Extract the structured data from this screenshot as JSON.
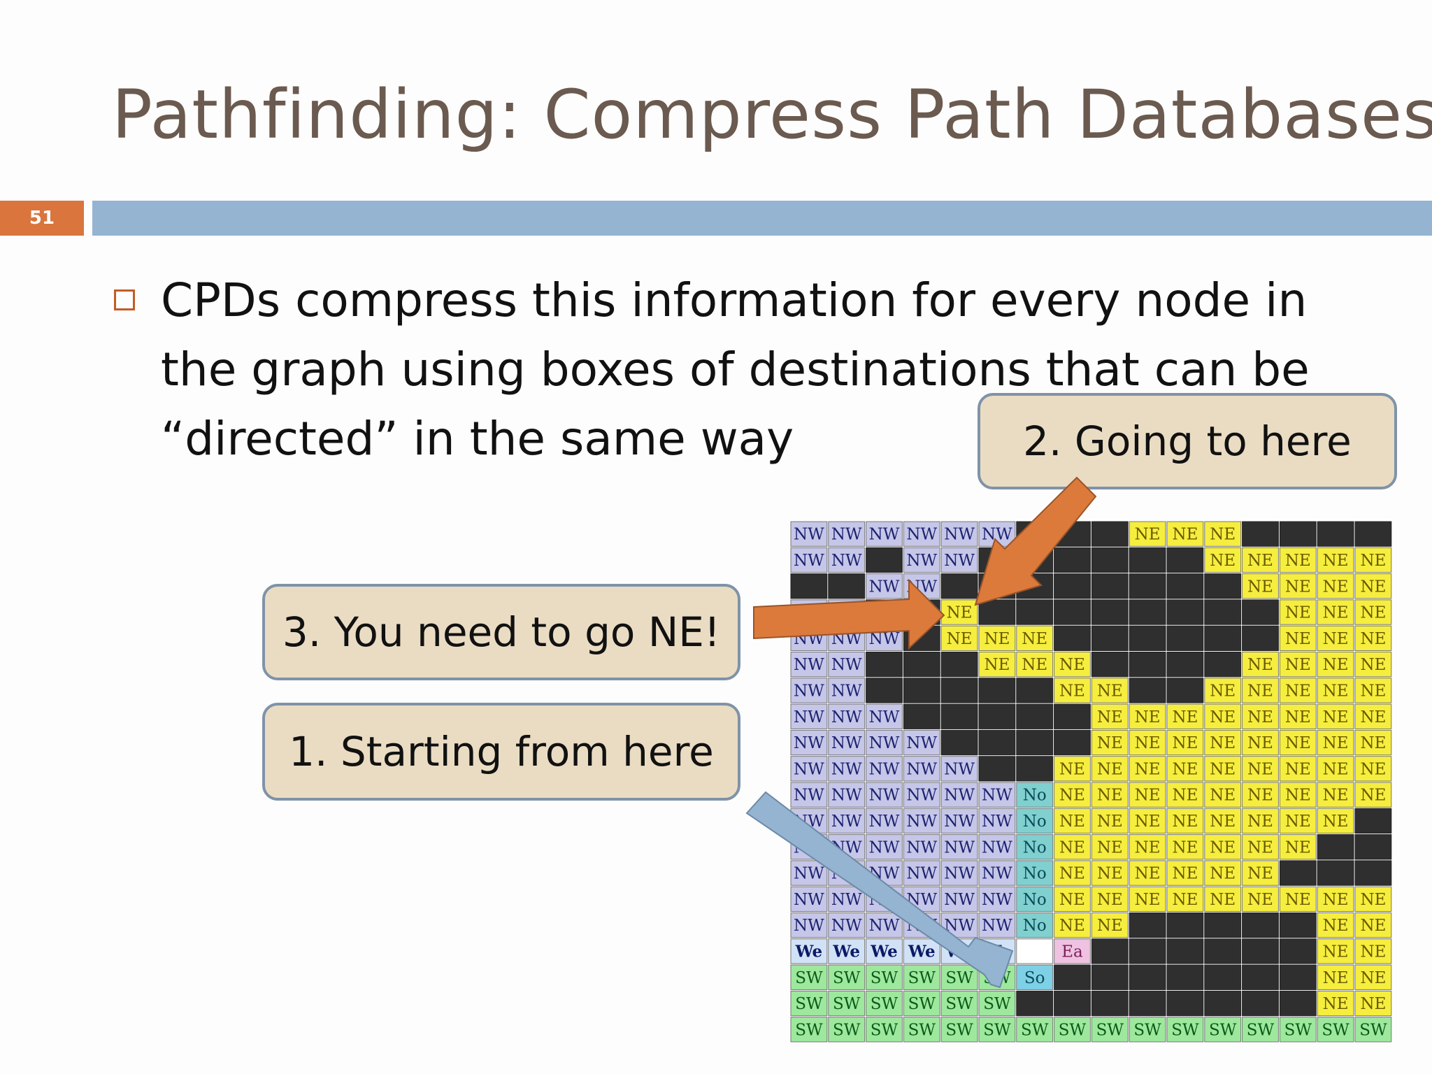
{
  "slide": {
    "title": "Pathfinding: Compress Path Databases",
    "number": "51",
    "bullet_text": "CPDs compress this information for every node in the graph using boxes of destinations that can be “directed” in the same way"
  },
  "callouts": {
    "going": "2. Going to here",
    "need": "3. You need to go NE!",
    "start": "1. Starting from here"
  },
  "colors": {
    "title": "#6b5a4f",
    "number_box": "#d9753d",
    "header_bar": "#94b4d2",
    "callout_fill": "#eadcc3",
    "callout_border": "#7f93a8",
    "arrow_orange": "#dc7a3c",
    "arrow_blue": "#94b4d2",
    "cell_NW": "#c6c6e8",
    "cell_NE": "#f6ee3e",
    "cell_No": "#80d0d0",
    "cell_We": "#d2e2f6",
    "cell_Ea": "#eec2e0",
    "cell_SW": "#9ee89e",
    "cell_So": "#7ed0e6",
    "cell_wall": "#2f2f2f",
    "cell_empty": "#ffffff"
  },
  "grid": {
    "rows": [
      [
        "NW",
        "NW",
        "NW",
        "NW",
        "NW",
        "NW",
        "#",
        "#",
        "#",
        "NE",
        "NE",
        "NE",
        "#",
        "#",
        "#",
        "#"
      ],
      [
        "NW",
        "NW",
        "#",
        "NW",
        "NW",
        "#",
        "#",
        "#",
        "#",
        "#",
        "#",
        "NE",
        "NE",
        "NE",
        "NE",
        "NE"
      ],
      [
        "#",
        "#",
        "NW",
        "NW",
        "#",
        "#",
        "#",
        "#",
        "#",
        "#",
        "#",
        "#",
        "NE",
        "NE",
        "NE",
        "NE"
      ],
      [
        "NW",
        "NW",
        "#",
        "#",
        "NE",
        "#",
        "#",
        "#",
        "#",
        "#",
        "#",
        "#",
        "#",
        "NE",
        "NE",
        "NE"
      ],
      [
        "NW",
        "NW",
        "NW",
        "#",
        "NE",
        "NE",
        "NE",
        "#",
        "#",
        "#",
        "#",
        "#",
        "#",
        "NE",
        "NE",
        "NE"
      ],
      [
        "NW",
        "NW",
        "#",
        "#",
        "#",
        "NE",
        "NE",
        "NE",
        "#",
        "#",
        "#",
        "#",
        "NE",
        "NE",
        "NE",
        "NE"
      ],
      [
        "NW",
        "NW",
        "#",
        "#",
        "#",
        "#",
        "#",
        "NE",
        "NE",
        "#",
        "#",
        "NE",
        "NE",
        "NE",
        "NE",
        "NE"
      ],
      [
        "NW",
        "NW",
        "NW",
        "#",
        "#",
        "#",
        "#",
        "#",
        "NE",
        "NE",
        "NE",
        "NE",
        "NE",
        "NE",
        "NE",
        "NE"
      ],
      [
        "NW",
        "NW",
        "NW",
        "NW",
        "#",
        "#",
        "#",
        "#",
        "NE",
        "NE",
        "NE",
        "NE",
        "NE",
        "NE",
        "NE",
        "NE"
      ],
      [
        "NW",
        "NW",
        "NW",
        "NW",
        "NW",
        "#",
        "#",
        "NE",
        "NE",
        "NE",
        "NE",
        "NE",
        "NE",
        "NE",
        "NE",
        "NE"
      ],
      [
        "NW",
        "NW",
        "NW",
        "NW",
        "NW",
        "NW",
        "No",
        "NE",
        "NE",
        "NE",
        "NE",
        "NE",
        "NE",
        "NE",
        "NE",
        "NE"
      ],
      [
        "NW",
        "NW",
        "NW",
        "NW",
        "NW",
        "NW",
        "No",
        "NE",
        "NE",
        "NE",
        "NE",
        "NE",
        "NE",
        "NE",
        "NE",
        "#"
      ],
      [
        "NW",
        "NW",
        "NW",
        "NW",
        "NW",
        "NW",
        "No",
        "NE",
        "NE",
        "NE",
        "NE",
        "NE",
        "NE",
        "NE",
        "#",
        "#"
      ],
      [
        "NW",
        "NW",
        "NW",
        "NW",
        "NW",
        "NW",
        "No",
        "NE",
        "NE",
        "NE",
        "NE",
        "NE",
        "NE",
        "#",
        "#",
        "#"
      ],
      [
        "NW",
        "NW",
        "NW",
        "NW",
        "NW",
        "NW",
        "No",
        "NE",
        "NE",
        "NE",
        "NE",
        "NE",
        "NE",
        "NE",
        "NE",
        "NE"
      ],
      [
        "NW",
        "NW",
        "NW",
        "NW",
        "NW",
        "NW",
        "No",
        "NE",
        "NE",
        "#",
        "#",
        "#",
        "#",
        "#",
        "NE",
        "NE"
      ],
      [
        "We",
        "We",
        "We",
        "We",
        "We",
        "We",
        "",
        "Ea",
        "#",
        "#",
        "#",
        "#",
        "#",
        "#",
        "NE",
        "NE"
      ],
      [
        "SW",
        "SW",
        "SW",
        "SW",
        "SW",
        "SW",
        "So",
        "#",
        "#",
        "#",
        "#",
        "#",
        "#",
        "#",
        "NE",
        "NE"
      ],
      [
        "SW",
        "SW",
        "SW",
        "SW",
        "SW",
        "SW",
        "#",
        "#",
        "#",
        "#",
        "#",
        "#",
        "#",
        "#",
        "NE",
        "NE"
      ],
      [
        "SW",
        "SW",
        "SW",
        "SW",
        "SW",
        "SW",
        "SW",
        "SW",
        "SW",
        "SW",
        "SW",
        "SW",
        "SW",
        "SW",
        "SW",
        "SW"
      ]
    ]
  }
}
